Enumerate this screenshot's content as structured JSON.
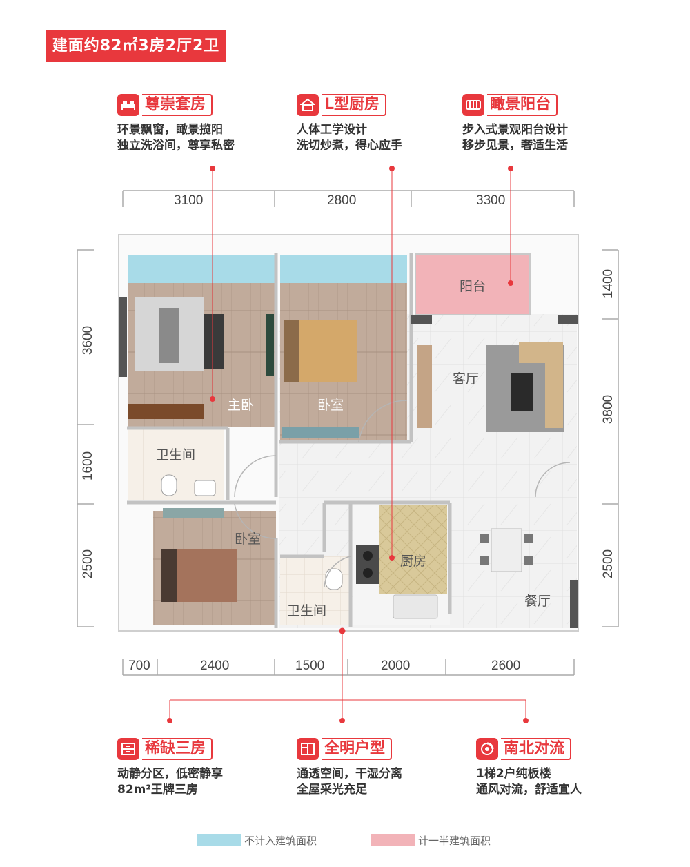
{
  "header_badge": "建面约82㎡3房2厅2卫",
  "features_top": [
    {
      "title": "尊崇套房",
      "icon": "bed-icon",
      "lines": [
        "环景飘窗，瞰景揽阳",
        "独立洗浴间，尊享私密"
      ]
    },
    {
      "title": "L型厨房",
      "icon": "kitchen-icon",
      "lines": [
        "人体工学设计",
        "洗切炒煮，得心应手"
      ]
    },
    {
      "title": "瞰景阳台",
      "icon": "balcony-icon",
      "lines": [
        "步入式景观阳台设计",
        "移步见景，奢适生活"
      ]
    }
  ],
  "features_bottom": [
    {
      "title": "稀缺三房",
      "icon": "drawer-icon",
      "lines": [
        "动静分区，低密静享",
        "82m²王牌三房"
      ]
    },
    {
      "title": "全明户型",
      "icon": "window-icon",
      "lines": [
        "通透空间，干湿分离",
        "全屋采光充足"
      ]
    },
    {
      "title": "南北对流",
      "icon": "airflow-icon",
      "lines": [
        "1梯2户纯板楼",
        "通风对流，舒适宜人"
      ]
    }
  ],
  "dims_top": [
    "3100",
    "2800",
    "3300"
  ],
  "dims_bottom": [
    "700",
    "2400",
    "1500",
    "2000",
    "2600"
  ],
  "dims_left": [
    "3600",
    "1600",
    "2500"
  ],
  "dims_right": [
    "1400",
    "3800",
    "2500"
  ],
  "rooms": {
    "balcony": "阳台",
    "master": "主卧",
    "bedroom2": "卧室",
    "living": "客厅",
    "bath1": "卫生间",
    "bedroom3": "卧室",
    "kitchen": "厨房",
    "bath2": "卫生间",
    "dining": "餐厅"
  },
  "legend": [
    {
      "label": "不计入建筑面积",
      "color": "#a8dbe8"
    },
    {
      "label": "计一半建筑面积",
      "color": "#f2b3b8"
    }
  ],
  "colors": {
    "accent": "#e8383d",
    "wall": "#9a9a9a",
    "wood": "#b59a85"
  }
}
